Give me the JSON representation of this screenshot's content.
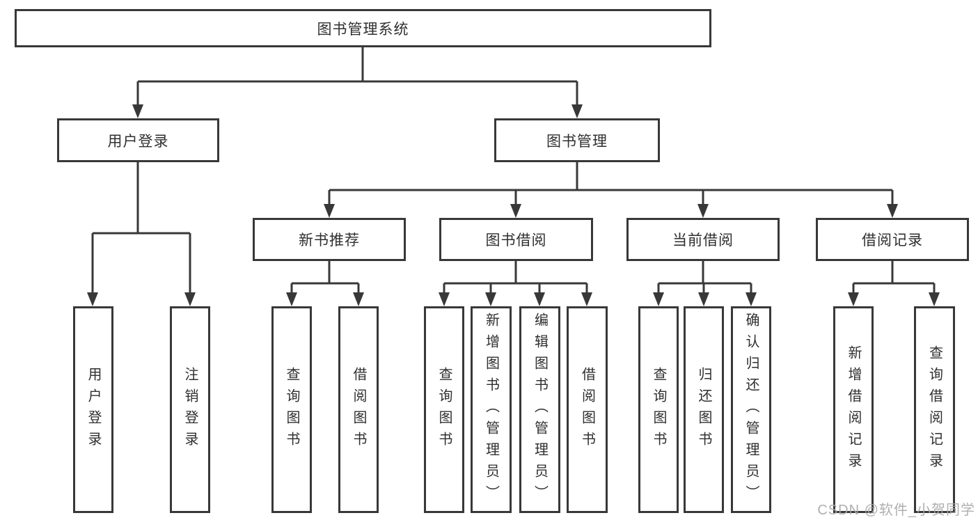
{
  "title": "图书管理系统",
  "tree": {
    "root": {
      "label": "图书管理系统",
      "children": [
        {
          "label": "用户登录",
          "children": [
            {
              "label": "用户登录"
            },
            {
              "label": "注销登录"
            }
          ]
        },
        {
          "label": "图书管理",
          "children": [
            {
              "label": "新书推荐",
              "children": [
                {
                  "label": "查询图书"
                },
                {
                  "label": "借阅图书"
                }
              ]
            },
            {
              "label": "图书借阅",
              "children": [
                {
                  "label": "查询图书"
                },
                {
                  "label": "新增图书（管理员）"
                },
                {
                  "label": "编辑图书（管理员）"
                },
                {
                  "label": "借阅图书"
                }
              ]
            },
            {
              "label": "当前借阅",
              "children": [
                {
                  "label": "查询图书"
                },
                {
                  "label": "归还图书"
                },
                {
                  "label": "确认归还（管理员）"
                }
              ]
            },
            {
              "label": "借阅记录",
              "children": [
                {
                  "label": "新增借阅记录"
                },
                {
                  "label": "查询借阅记录"
                }
              ]
            }
          ]
        }
      ]
    }
  },
  "watermark": "CSDN @软件_小贺同学",
  "colors": {
    "line": "#383838",
    "text": "#2f2f2f",
    "background": "#ffffff",
    "watermark": "#a8a8a8"
  }
}
